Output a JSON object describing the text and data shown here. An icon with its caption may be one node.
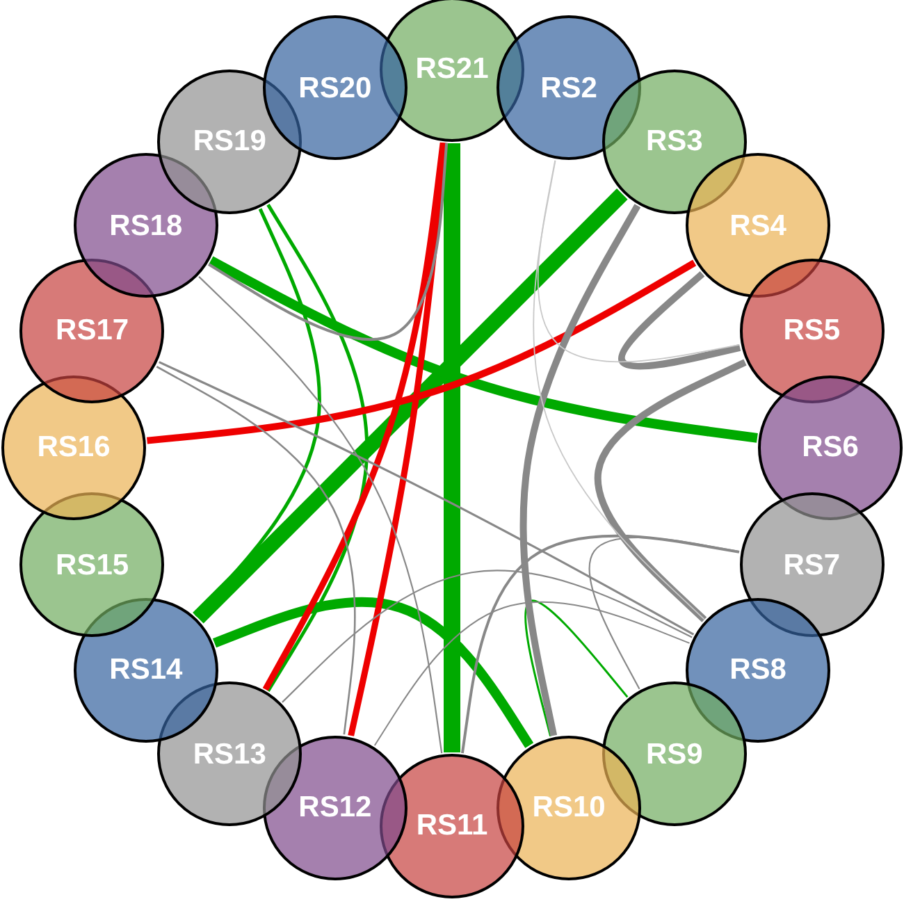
{
  "diagram": {
    "nodes": [
      {
        "text": [
          "RS21"
        ]
      },
      {
        "text": [
          "RS2"
        ]
      },
      {
        "text": [
          "RS3"
        ]
      },
      {
        "text": [
          "RS4"
        ]
      },
      {
        "text": [
          "RS5"
        ]
      },
      {
        "text": [
          "RS6"
        ]
      },
      {
        "text": [
          "RS7"
        ]
      },
      {
        "text": [
          "RS8"
        ]
      },
      {
        "text": [
          "RS9"
        ]
      },
      {
        "text": [
          "RS10"
        ]
      },
      {
        "text": [
          "RS11"
        ]
      },
      {
        "text": [
          "RS12"
        ]
      },
      {
        "text": [
          "RS13"
        ]
      },
      {
        "text": [
          "RS14"
        ]
      },
      {
        "text": [
          "RS15"
        ]
      },
      {
        "text": [
          "RS16"
        ]
      },
      {
        "text": [
          "RS17"
        ]
      },
      {
        "text": [
          "RS18"
        ]
      },
      {
        "text": [
          "RS19"
        ]
      },
      {
        "text": [
          "RS20"
        ]
      }
    ],
    "edges": [
      {
        "from": 0,
        "to": 10,
        "arrow": "none",
        "style": "thick",
        "color": "#00aa00"
      },
      {
        "from": 2,
        "to": 13,
        "arrow": "none",
        "style": "thick",
        "color": "#00aa00"
      },
      {
        "from": 17,
        "to": 5,
        "arrow": "none",
        "style": "thick",
        "color": "#00aa00"
      },
      {
        "from": 13,
        "to": 9,
        "arrow": "none",
        "style": "thick",
        "color": "#00aa00"
      },
      {
        "from": 18,
        "to": 13,
        "arrow": "none",
        "color": "#00aa00"
      },
      {
        "from": 18,
        "to": 12,
        "arrow": "none",
        "color": "#00aa00"
      },
      {
        "from": 9,
        "to": 8,
        "arrow": "none",
        "color": "#00aa00"
      },
      {
        "from": 15,
        "to": 3,
        "arrow": "none",
        "style": "thick",
        "color": "#ee0000"
      },
      {
        "from": 0,
        "to": 12,
        "arrow": "none",
        "style": "thick",
        "color": "#ee0000"
      },
      {
        "from": 0,
        "to": 11,
        "arrow": "none",
        "style": "thick",
        "color": "#ee0000"
      },
      {
        "from": 2,
        "to": 9,
        "arrow": "none",
        "style": "thick"
      },
      {
        "from": 3,
        "to": 4,
        "arrow": "none",
        "style": "thick"
      },
      {
        "from": 4,
        "to": 7,
        "arrow": "none",
        "style": "thick"
      },
      {
        "from": 17,
        "to": 0,
        "arrow": "none"
      },
      {
        "from": 16,
        "to": 7,
        "arrow": "none"
      },
      {
        "from": 16,
        "to": 11,
        "arrow": "none"
      },
      {
        "from": 17,
        "to": 10,
        "arrow": "none"
      },
      {
        "from": 6,
        "to": 10,
        "arrow": "none"
      },
      {
        "from": 6,
        "to": 8,
        "arrow": "none"
      },
      {
        "from": 7,
        "to": 12,
        "arrow": "none"
      },
      {
        "from": 7,
        "to": 11,
        "arrow": "none"
      },
      {
        "from": 1,
        "to": 4,
        "arrow": "none",
        "color": "#c8c8c8"
      },
      {
        "from": 1,
        "to": 7,
        "arrow": "none",
        "color": "#c8c8c8"
      }
    ]
  }
}
